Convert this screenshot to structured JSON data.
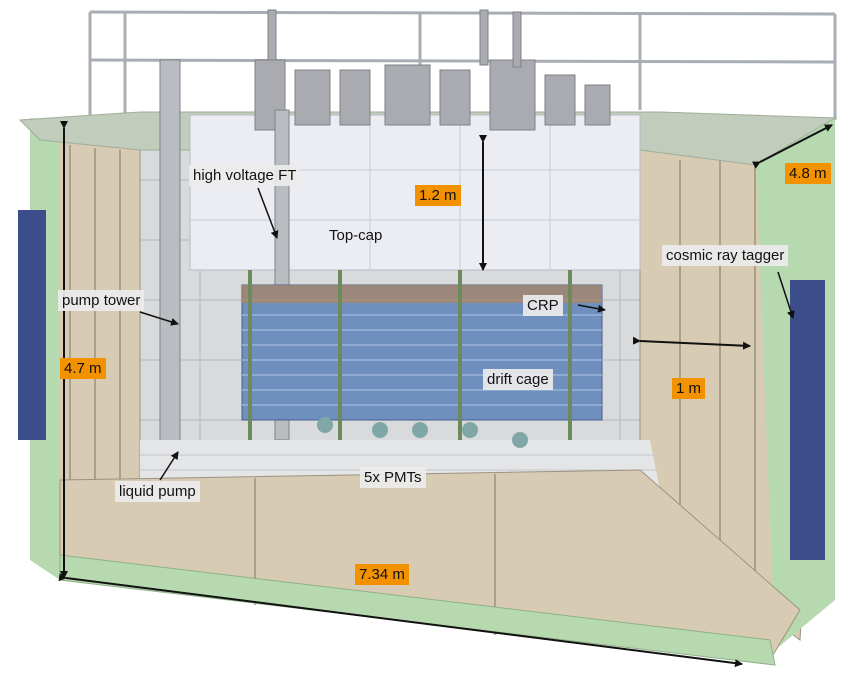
{
  "labels": {
    "high_voltage_ft": "high voltage FT",
    "top_cap": "Top-cap",
    "top_cap_height": "1.2 m",
    "width": "4.8 m",
    "cosmic_ray_tagger": "cosmic ray tagger",
    "pump_tower": "pump tower",
    "crp": "CRP",
    "height": "4.7 m",
    "wall_thickness": "1 m",
    "drift_cage": "drift cage",
    "pmts": "5x PMTs",
    "liquid_pump": "liquid pump",
    "length": "7.34 m"
  },
  "colors": {
    "dimension_label_bg": "#f39200",
    "component_label_bg": "#ececec",
    "insulation": "#d8cbb3",
    "steel_frame": "#b7d9b0",
    "drift_cage": "#6f8fbf",
    "tagger_panel": "#3b4d8a"
  }
}
